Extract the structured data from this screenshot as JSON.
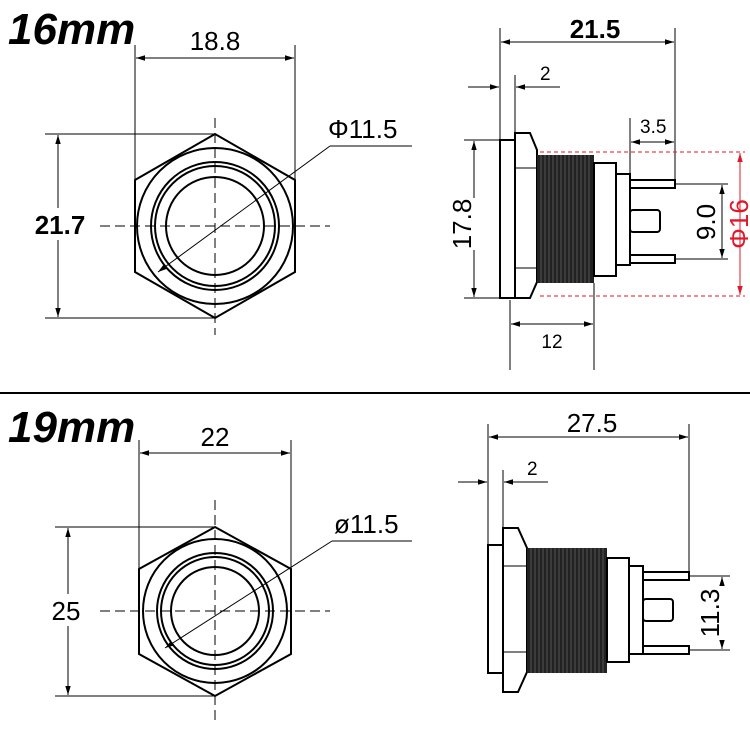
{
  "colors": {
    "line": "#000000",
    "highlight": "#e0192a",
    "background": "#ffffff"
  },
  "section_16": {
    "title": "16mm",
    "front": {
      "width": "18.8",
      "height": "21.7",
      "diameter": "Φ11.5"
    },
    "side": {
      "length": "21.5",
      "flange": "2",
      "terminal": "3.5",
      "height": "17.8",
      "thread_len": "12",
      "terminal_spacing": "9.0",
      "thread_dia": "Φ16"
    }
  },
  "section_19": {
    "title": "19mm",
    "front": {
      "width": "22",
      "height": "25",
      "diameter": "ø11.5"
    },
    "side": {
      "length": "27.5",
      "flange": "2",
      "terminal_spacing": "11.3"
    }
  }
}
